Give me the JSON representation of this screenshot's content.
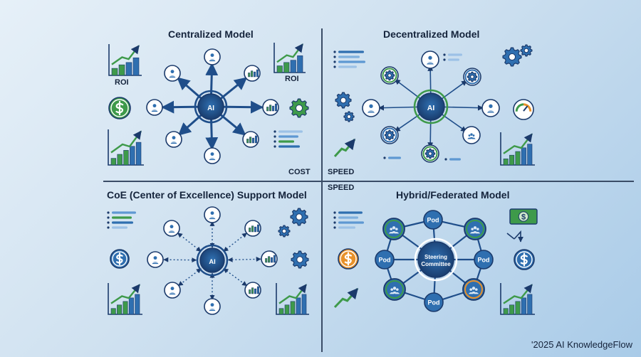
{
  "quadrants": {
    "centralized": {
      "title": "Centralized Model",
      "hub": "AI",
      "roi_label_1": "ROI",
      "roi_label_2": "ROI",
      "cost_label": "COST"
    },
    "decentralized": {
      "title": "Decentralized Model",
      "hub": "AI",
      "speed_label": "SPEED"
    },
    "coe": {
      "title": "CoE (Center of Excellence) Support Model",
      "hub": "AI",
      "speed_label": "SPEED"
    },
    "hybrid": {
      "title": "Hybrid/Federated Model",
      "hub_line1": "Steering",
      "hub_line2": "Committee",
      "pod": "Pod"
    }
  },
  "icons": [
    "person-icon",
    "team-icon",
    "bar-chart-icon",
    "growth-chart-icon",
    "dollar-icon",
    "gear-icon",
    "gauge-icon",
    "list-icon",
    "money-bill-icon"
  ],
  "colors": {
    "navy": "#1b3a6b",
    "blue": "#2f6fb0",
    "green": "#3e9a4a",
    "orange": "#e8912a",
    "background": "#cfe1f0"
  },
  "footer": "'2025 AI KnowledgeFlow"
}
